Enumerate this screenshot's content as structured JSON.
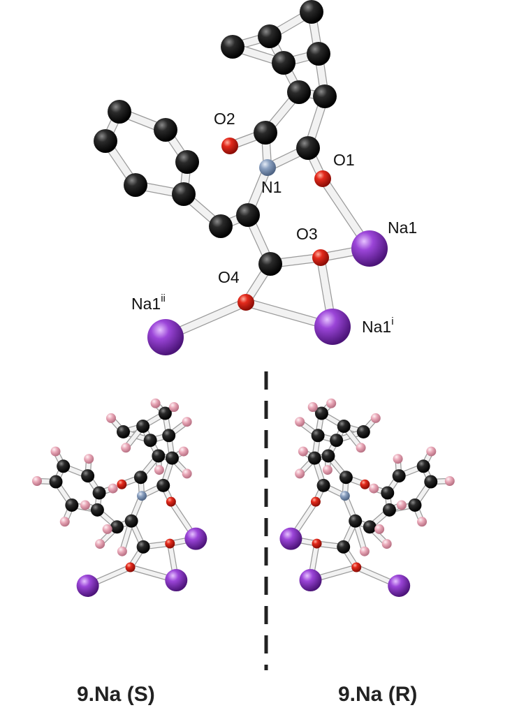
{
  "top_structure": {
    "atom_labels": {
      "O1": "O1",
      "O2": "O2",
      "O3": "O3",
      "O4": "O4",
      "N1": "N1",
      "Na1": "Na1",
      "Na1i_base": "Na1",
      "Na1i_sup": "i",
      "Na1ii_base": "Na1",
      "Na1ii_sup": "ii"
    }
  },
  "captions": {
    "left": "9.Na (S)",
    "right": "9.Na (R)"
  },
  "colors": {
    "carbon": "#1a1a1a",
    "oxygen": "#e0201a",
    "nitrogen": "#7c93b3",
    "sodium": "#9b3fd3",
    "hydrogen": "#e8a9b8",
    "bond": "#e6e6e6",
    "divider": "#222222"
  }
}
